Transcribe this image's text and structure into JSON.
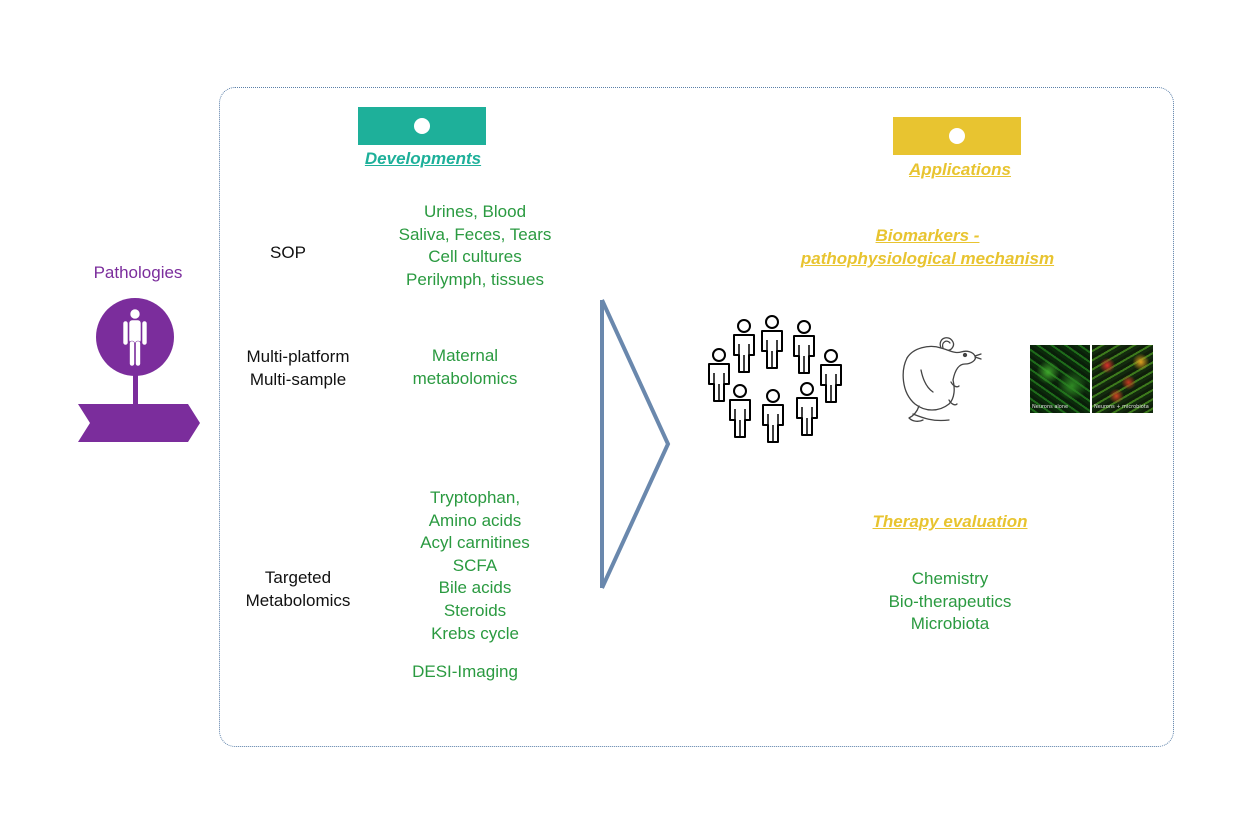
{
  "colors": {
    "developments_accent": "#1eb09a",
    "applications_accent": "#e8c430",
    "text_green": "#2a9a40",
    "pathology_purple": "#7b2d9c",
    "arrow_blue": "#6a88ad",
    "frame_border": "#5a7fa8"
  },
  "pathology": {
    "title": "Pathologies",
    "icon": "human-body-icon"
  },
  "developments": {
    "header": "Developments",
    "rows": [
      {
        "label": [
          "SOP"
        ],
        "items": [
          "Urines, Blood",
          "Saliva, Feces, Tears",
          "Cell cultures",
          "Perilymph, tissues"
        ]
      },
      {
        "label": [
          "Multi-platform",
          "Multi-sample"
        ],
        "items": [
          "Maternal",
          "metabolomics"
        ]
      },
      {
        "label": [
          "Targeted",
          "Metabolomics"
        ],
        "items": [
          "Tryptophan,",
          "Amino acids",
          "Acyl carnitines",
          "SCFA",
          "Bile acids",
          "Steroids",
          "Krebs cycle"
        ]
      }
    ],
    "extra": "DESI-Imaging"
  },
  "applications": {
    "header": "Applications",
    "biomarkers": [
      "Biomarkers -",
      "pathophysiological  mechanism"
    ],
    "illustrations": [
      "people-group-icon",
      "mouse-icon",
      "fluorescence-microscopy-image"
    ],
    "microscopy_captions": [
      "Neurons alone",
      "Neurons + microbiota"
    ],
    "therapy": {
      "header": "Therapy evaluation",
      "items": [
        "Chemistry",
        "Bio-therapeutics",
        "Microbiota"
      ]
    }
  },
  "transition_icon": "chevron-right-icon"
}
